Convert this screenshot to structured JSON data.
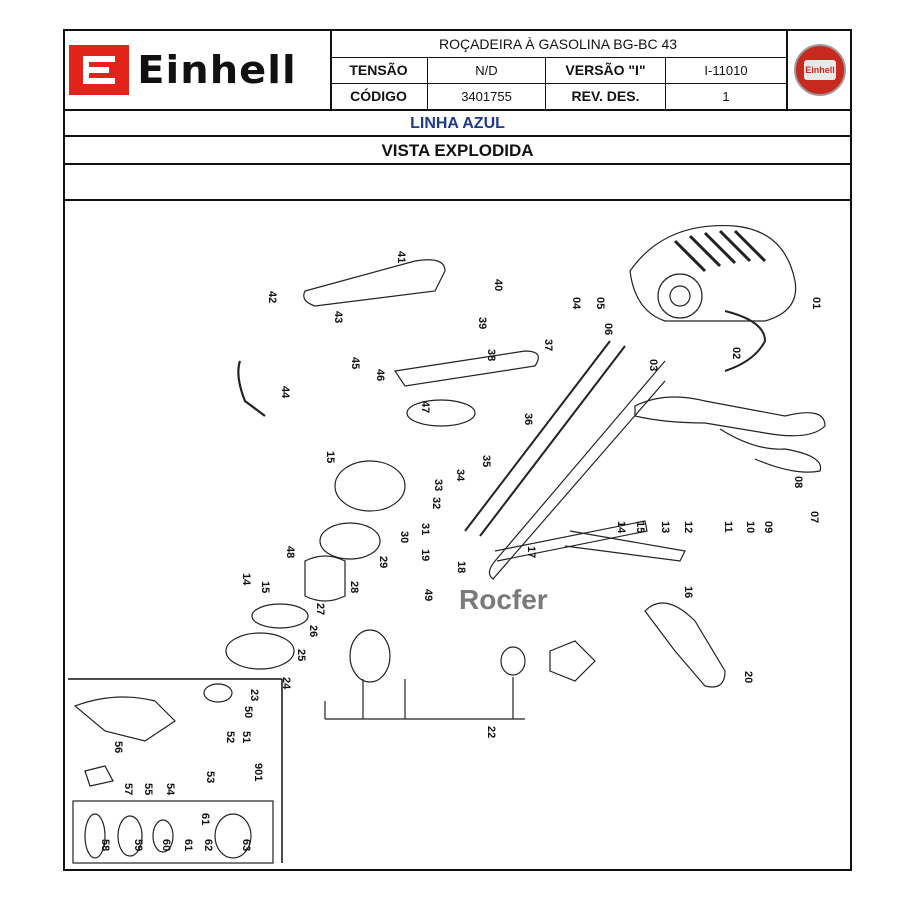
{
  "header": {
    "brand": "Einhell",
    "product_title": "ROÇADEIRA À GASOLINA BG-BC 43",
    "badge_text": "Einhell",
    "rows": [
      {
        "label_a": "TENSÃO",
        "value_a": "N/D",
        "label_b": "VERSÃO \"I\"",
        "value_b": "I-11010"
      },
      {
        "label_a": "CÓDIGO",
        "value_a": "3401755",
        "label_b": "REV. DES.",
        "value_b": "1"
      }
    ]
  },
  "line_name": "LINHA AZUL",
  "view_title": "VISTA EXPLODIDA",
  "watermark": "Rocfer",
  "colors": {
    "brand_red": "#e2231a",
    "line_blue": "#1f3a8a",
    "watermark_gray": "#7a7a7a"
  },
  "callouts": [
    "01",
    "02",
    "03",
    "04",
    "05",
    "06",
    "07",
    "08",
    "09",
    "10",
    "11",
    "12",
    "13",
    "14",
    "15",
    "15",
    "14",
    "15",
    "16",
    "17",
    "18",
    "19",
    "20",
    "22",
    "23",
    "24",
    "25",
    "26",
    "27",
    "28",
    "29",
    "30",
    "31",
    "32",
    "33",
    "34",
    "35",
    "36",
    "37",
    "38",
    "39",
    "40",
    "41",
    "42",
    "43",
    "44",
    "45",
    "46",
    "47",
    "48",
    "49",
    "50",
    "51",
    "52",
    "53",
    "54",
    "55",
    "56",
    "57",
    "58",
    "59",
    "60",
    "61",
    "61",
    "62",
    "63",
    "901"
  ]
}
